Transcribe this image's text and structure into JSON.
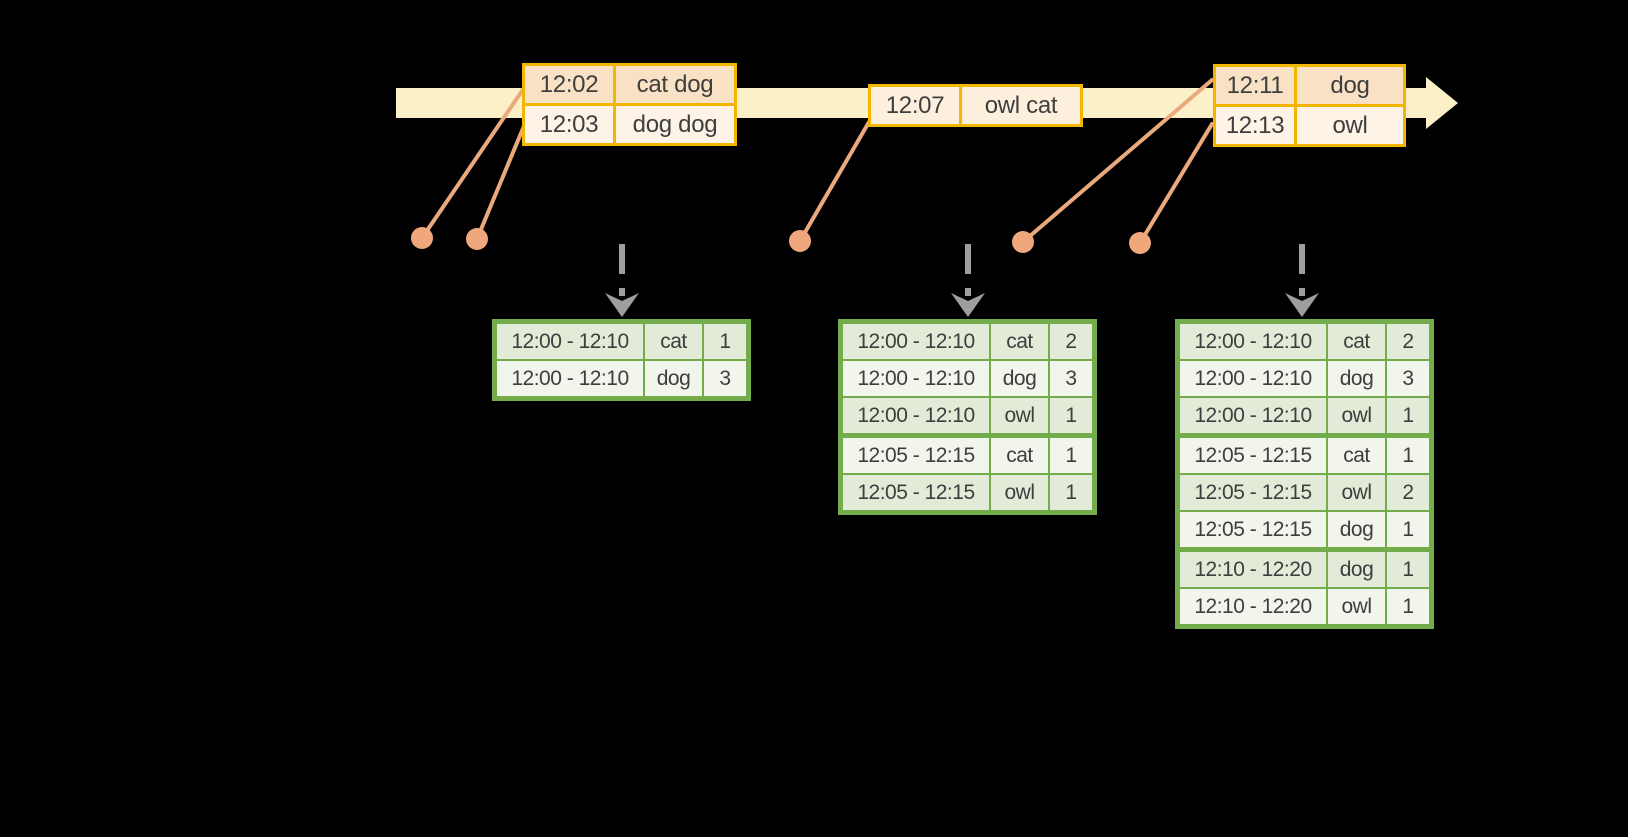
{
  "colors": {
    "background": "#000000",
    "timeline_band": "#FCF0C8",
    "event_border": "#F2B600",
    "event_row_dark": "#F8E1C4",
    "event_row_light": "#FDF4E7",
    "event_row_single": "#FCF0DC",
    "connector": "#EBA97E",
    "dot": "#EFA77B",
    "trigger_arrow": "#9E9E9E",
    "result_border": "#72AC4B",
    "result_row_dark": "#E2EBD7",
    "result_row_light": "#F1F5EC",
    "text": "#3E3E3E"
  },
  "event_tables": [
    {
      "rows": [
        {
          "time": "12:02",
          "words": "cat dog"
        },
        {
          "time": "12:03",
          "words": "dog dog"
        }
      ]
    },
    {
      "rows": [
        {
          "time": "12:07",
          "words": "owl cat"
        }
      ]
    },
    {
      "rows": [
        {
          "time": "12:11",
          "words": "dog"
        },
        {
          "time": "12:13",
          "words": "owl"
        }
      ]
    }
  ],
  "result_tables": [
    {
      "rows": [
        {
          "window": "12:00 - 12:10",
          "word": "cat",
          "count": "1"
        },
        {
          "window": "12:00 - 12:10",
          "word": "dog",
          "count": "3"
        }
      ]
    },
    {
      "rows": [
        {
          "window": "12:00 - 12:10",
          "word": "cat",
          "count": "2"
        },
        {
          "window": "12:00 - 12:10",
          "word": "dog",
          "count": "3"
        },
        {
          "window": "12:00 - 12:10",
          "word": "owl",
          "count": "1"
        },
        {
          "window": "12:05 - 12:15",
          "word": "cat",
          "count": "1"
        },
        {
          "window": "12:05 - 12:15",
          "word": "owl",
          "count": "1"
        }
      ]
    },
    {
      "rows": [
        {
          "window": "12:00 - 12:10",
          "word": "cat",
          "count": "2"
        },
        {
          "window": "12:00 - 12:10",
          "word": "dog",
          "count": "3"
        },
        {
          "window": "12:00 - 12:10",
          "word": "owl",
          "count": "1"
        },
        {
          "window": "12:05 - 12:15",
          "word": "cat",
          "count": "1"
        },
        {
          "window": "12:05 - 12:15",
          "word": "owl",
          "count": "2"
        },
        {
          "window": "12:05 - 12:15",
          "word": "dog",
          "count": "1"
        },
        {
          "window": "12:10 - 12:20",
          "word": "dog",
          "count": "1"
        },
        {
          "window": "12:10 - 12:20",
          "word": "owl",
          "count": "1"
        }
      ]
    }
  ]
}
